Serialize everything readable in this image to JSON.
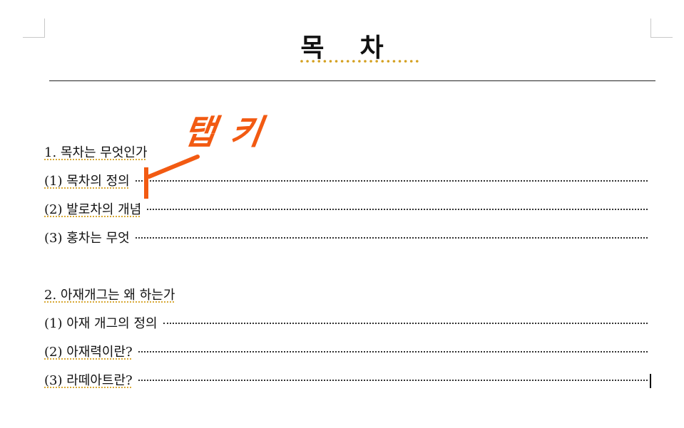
{
  "document": {
    "title": "목차",
    "sections": [
      {
        "heading": "1. 목차는 무엇인가",
        "entries": [
          {
            "label": "(1) 목차의 정의"
          },
          {
            "label": "(2) 발로차의 개념"
          },
          {
            "label": "(3) 홍차는 무엇"
          }
        ]
      },
      {
        "heading": "2. 아재개그는 왜 하는가",
        "entries": [
          {
            "label": "(1) 아재 개그의 정의"
          },
          {
            "label": "(2) 아재력이란?"
          },
          {
            "label": "(3) 라떼아트란?"
          }
        ]
      }
    ]
  },
  "annotation": {
    "text": "탭 키",
    "color": "#f25a12"
  },
  "colors": {
    "spellcheck_underline": "#d4a020",
    "leader_dots": "#333333",
    "rule": "#222222"
  }
}
